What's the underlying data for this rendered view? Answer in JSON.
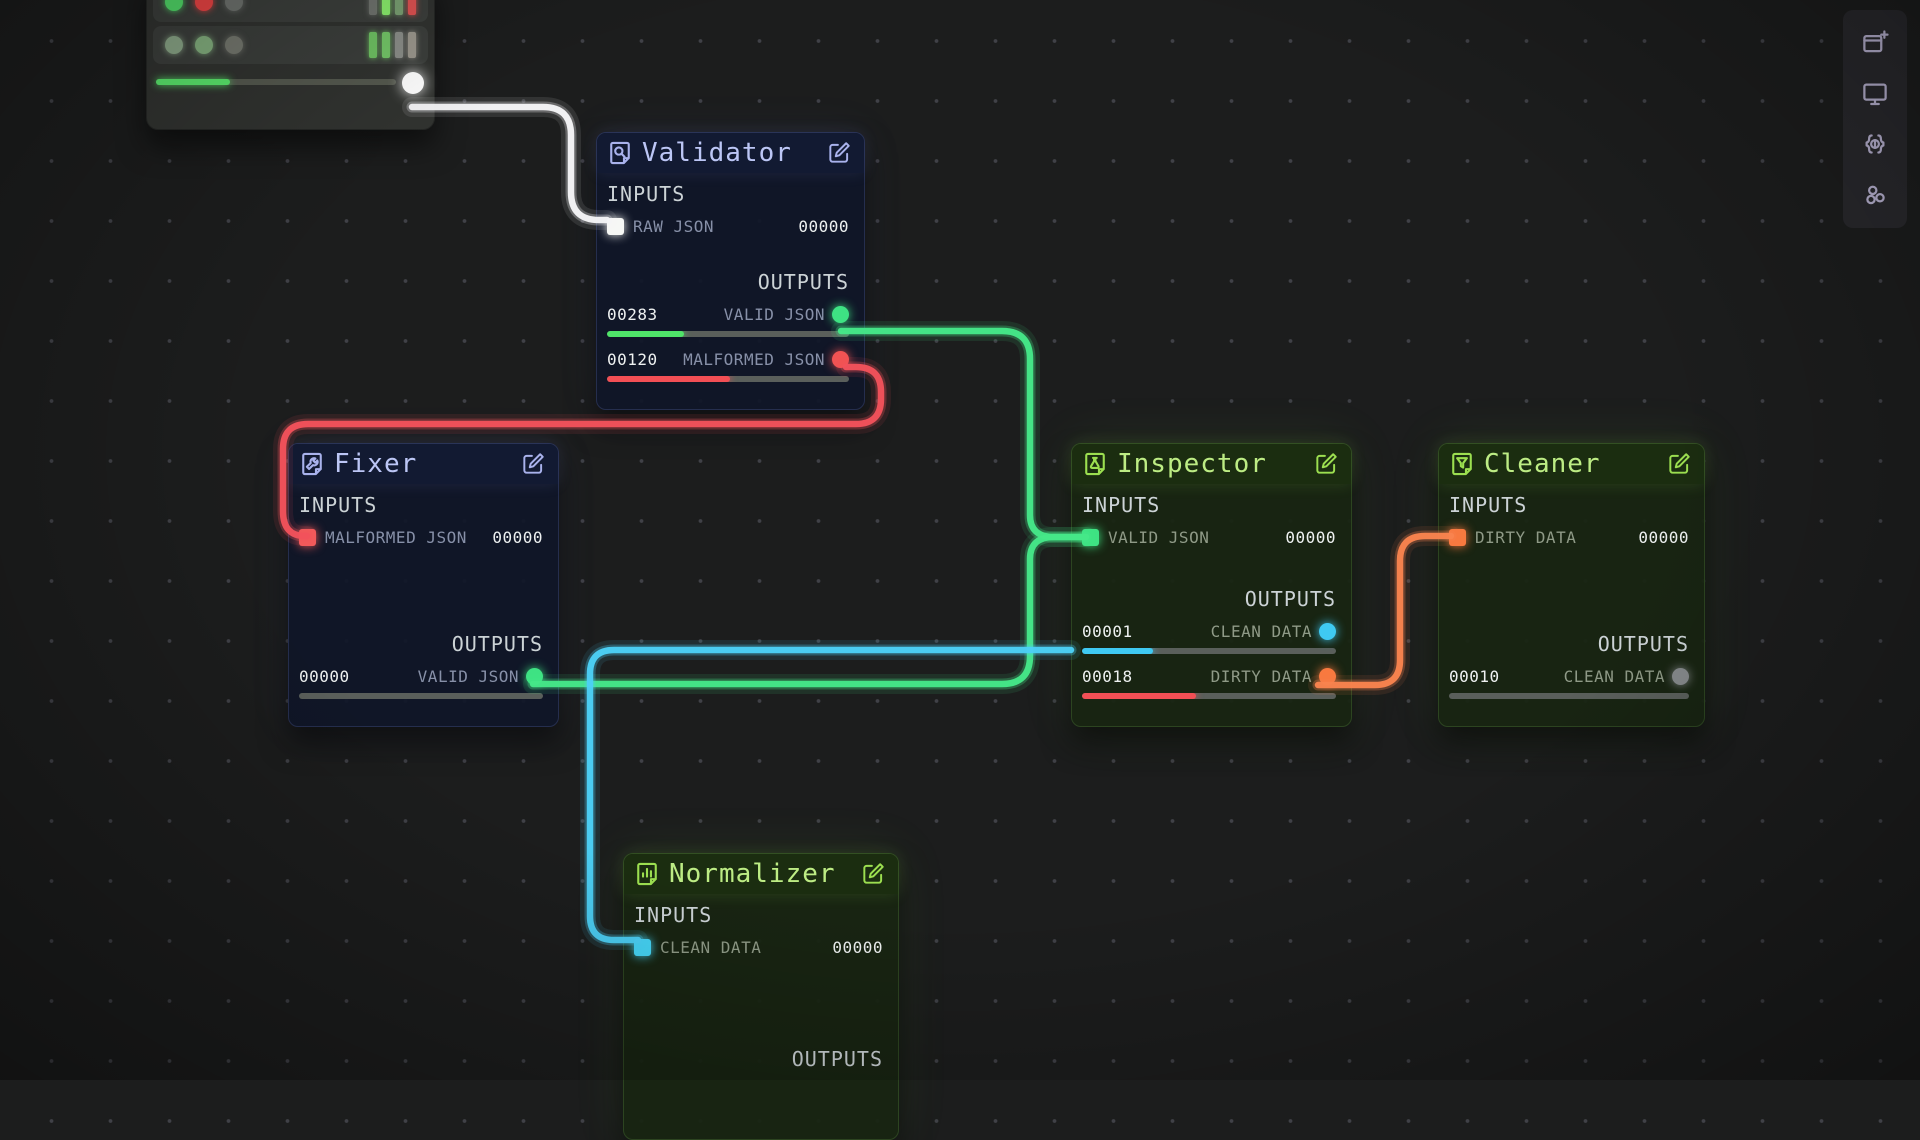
{
  "canvas": {
    "background": "#1c1d1d",
    "grid_dot_color": "#404147"
  },
  "toolbar": {
    "icons": [
      {
        "name": "new-window-icon"
      },
      {
        "name": "monitor-icon"
      },
      {
        "name": "code-braces-icon"
      },
      {
        "name": "node-graph-icon"
      }
    ]
  },
  "nodes": {
    "source": {
      "rows": [
        {
          "leds": [
            "#52de6a",
            "#ee4545",
            "#6f736f"
          ],
          "bars": [
            "#70746f",
            "#8bf06d",
            "#7aa173",
            "#e05252"
          ]
        },
        {
          "leds": [
            "#8ba788",
            "#84b07f",
            "#75786f"
          ],
          "bars": [
            "#6fc263",
            "#74c768",
            "#8b8e89",
            "#9b978d"
          ]
        }
      ],
      "progress": {
        "fill_color": "#5be96d",
        "fill_width": "31%"
      },
      "port_color": "#ffffff"
    },
    "validator": {
      "title": "Validator",
      "inputs_label": "INPUTS",
      "outputs_label": "OUTPUTS",
      "inputs": [
        {
          "label": "RAW JSON",
          "value": "00000",
          "port_color": "#f6f7f5"
        }
      ],
      "outputs": [
        {
          "value": "00283",
          "label": "VALID JSON",
          "port_color": "#3ee283",
          "bar_color": "#4fe469",
          "bar_width": "32%"
        },
        {
          "value": "00120",
          "label": "MALFORMED JSON",
          "port_color": "#f15353",
          "bar_color": "#f24f55",
          "bar_width": "51%"
        }
      ]
    },
    "fixer": {
      "title": "Fixer",
      "inputs_label": "INPUTS",
      "outputs_label": "OUTPUTS",
      "inputs": [
        {
          "label": "MALFORMED JSON",
          "value": "00000",
          "port_color": "#f15b5b"
        }
      ],
      "outputs": [
        {
          "value": "00000",
          "label": "VALID JSON",
          "port_color": "#3ee283",
          "bar_color": "#5a5f5b",
          "bar_width": "0%"
        }
      ]
    },
    "inspector": {
      "title": "Inspector",
      "inputs_label": "INPUTS",
      "outputs_label": "OUTPUTS",
      "inputs": [
        {
          "label": "VALID JSON",
          "value": "00000",
          "port_color": "#3ee283"
        }
      ],
      "outputs": [
        {
          "value": "00001",
          "label": "CLEAN DATA",
          "port_color": "#3fc9f2",
          "bar_color": "#3fc9f2",
          "bar_width": "28%"
        },
        {
          "value": "00018",
          "label": "DIRTY DATA",
          "port_color": "#f8793f",
          "bar_color": "#f24f55",
          "bar_width": "45%"
        }
      ]
    },
    "cleaner": {
      "title": "Cleaner",
      "inputs_label": "INPUTS",
      "outputs_label": "OUTPUTS",
      "inputs": [
        {
          "label": "DIRTY DATA",
          "value": "00000",
          "port_color": "#f8793f"
        }
      ],
      "outputs": [
        {
          "value": "00010",
          "label": "CLEAN DATA",
          "port_color": "#85898b",
          "bar_color": "#5a5f5b",
          "bar_width": "0%"
        }
      ]
    },
    "normalizer": {
      "title": "Normalizer",
      "inputs_label": "INPUTS",
      "outputs_label": "OUTPUTS",
      "inputs": [
        {
          "label": "CLEAN DATA",
          "value": "00000",
          "port_color": "#45d4f5"
        }
      ],
      "outputs": []
    }
  },
  "wires": {
    "source_to_validator": {
      "label": "raw json",
      "color": "#f5f5f7"
    },
    "validator_valid_to_inspector": {
      "label": "valid json",
      "color": "#45e788"
    },
    "fixer_valid_to_inspector": {
      "label": "valid json",
      "color": "#45e788"
    },
    "validator_malformed_to_fixer": {
      "label": "malformed json",
      "color": "#f2525b"
    },
    "inspector_clean_to_normalizer": {
      "label": "clean data",
      "color": "#4cd0f6"
    },
    "inspector_dirty_to_cleaner": {
      "label": "dirty data",
      "color": "#f9834e"
    }
  }
}
